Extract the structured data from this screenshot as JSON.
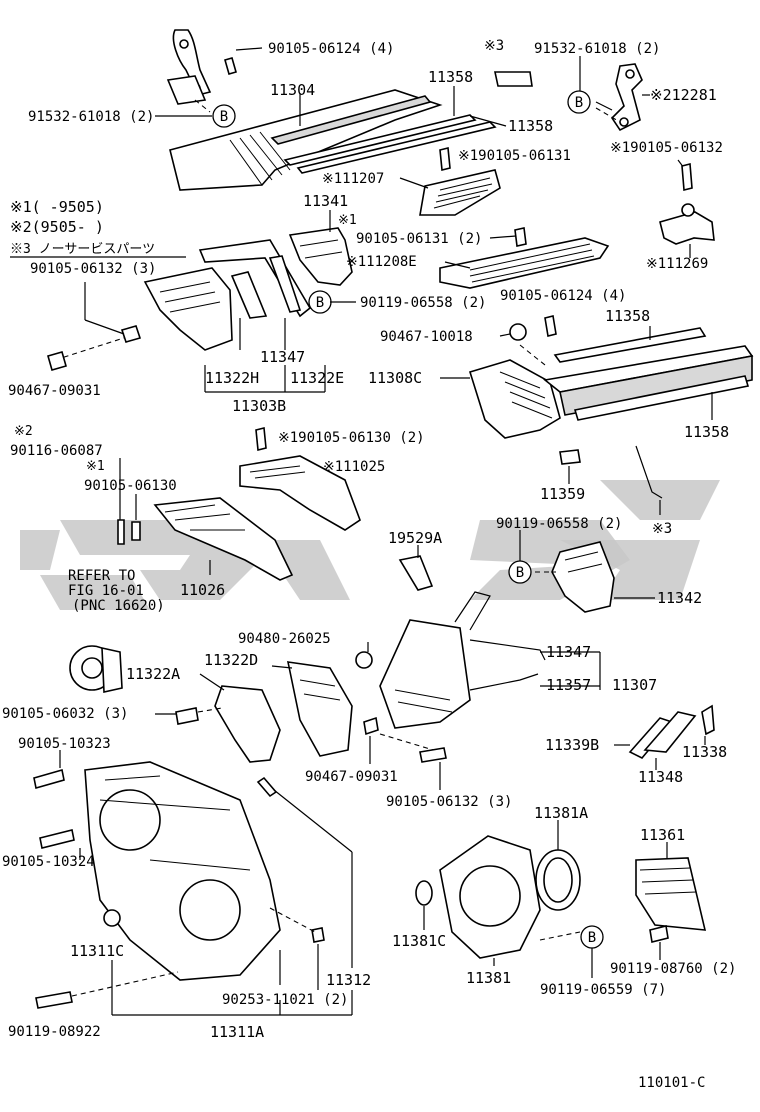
{
  "diagram": {
    "figure_id": "110101-C",
    "legend": {
      "note1": "※1(      -9505)",
      "note2": "※2(9505-      )",
      "note3": "※3 ノーサービスパーツ",
      "bolt_label": "90105-06132 (3)"
    },
    "refer": {
      "line1": "REFER TO",
      "line2": "FIG 16-01",
      "line3": "(PNC 16620)"
    },
    "labels": {
      "l_90105_06124_top": "90105-06124 (4)",
      "l_11304": "11304",
      "l_91532_61018_left": "91532-61018 (2)",
      "l_note3_top": "※3",
      "l_11358_a": "11358",
      "l_11358_b": "11358",
      "l_91532_61018_right": "91532-61018 (2)",
      "l_12281": "※212281",
      "l_90105_06132_right": "※190105-06132",
      "l_190105_06131": "※190105-06131",
      "l_111207": "※111207",
      "l_11341": "11341",
      "l_note1_a": "※1",
      "l_90105_06131_2": "90105-06131 (2)",
      "l_111208E": "※111208E",
      "l_111269": "※111269",
      "l_90105_06124_mid": "90105-06124 (4)",
      "l_90119_06558_top": "90119-06558 (2)",
      "l_90467_10018": "90467-10018",
      "l_11358_c": "11358",
      "l_11347_a": "11347",
      "l_11322H": "11322H",
      "l_11322E": "11322E",
      "l_11303B": "11303B",
      "l_11308C": "11308C",
      "l_11358_d": "11358",
      "l_90467_09031_a": "90467-09031",
      "l_note2_b": "※2",
      "l_90116_06087": "90116-06087",
      "l_note1_b": "※1",
      "l_90105_06130": "90105-06130",
      "l_90105_06130_2": "※190105-06130 (2)",
      "l_111025": "※111025",
      "l_11359": "11359",
      "l_90119_06558_mid": "90119-06558 (2)",
      "l_note3_b": "※3",
      "l_19529A": "19529A",
      "l_11026": "11026",
      "l_11342": "11342",
      "l_90480_26025": "90480-26025",
      "l_11322A": "11322A",
      "l_11322D": "11322D",
      "l_11347_b": "11347",
      "l_11357": "11357",
      "l_11307": "11307",
      "l_90105_06032": "90105-06032 (3)",
      "l_90105_10323": "90105-10323",
      "l_90467_09031_b": "90467-09031",
      "l_11339B": "11339B",
      "l_11338": "11338",
      "l_11348": "11348",
      "l_90105_06132_3": "90105-06132 (3)",
      "l_11381A": "11381A",
      "l_11361": "11361",
      "l_90105_10324": "90105-10324",
      "l_11311C": "11311C",
      "l_11381C": "11381C",
      "l_11381": "11381",
      "l_90119_08760": "90119-08760 (2)",
      "l_90119_06559": "90119-06559 (7)",
      "l_11312": "11312",
      "l_90253_11021": "90253-11021 (2)",
      "l_90119_08922": "90119-08922",
      "l_11311A": "11311A"
    },
    "callout_B": "B"
  }
}
